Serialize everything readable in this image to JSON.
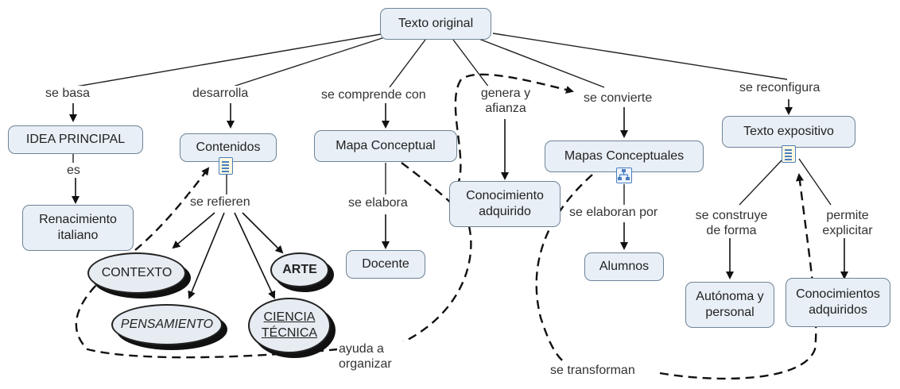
{
  "nodes": {
    "texto_original": "Texto original",
    "idea_principal": "IDEA PRINCIPAL",
    "renacimiento": "Renacimiento italiano",
    "contenidos": "Contenidos",
    "mapa_conceptual": "Mapa Conceptual",
    "docente": "Docente",
    "conocimiento_adquirido": "Conocimiento adquirido",
    "mapas_conceptuales": "Mapas Conceptuales",
    "alumnos": "Alumnos",
    "texto_expositivo": "Texto expositivo",
    "autonoma": "Autónoma y personal",
    "conocimientos_adquiridos": "Conocimientos adquiridos",
    "contexto": "CONTEXTO",
    "arte": "ARTE",
    "pensamiento": "PENSAMIENTO",
    "ciencia": "CIENCIA",
    "tecnica": "TÉCNICA"
  },
  "links": {
    "se_basa": "se basa",
    "desarrolla": "desarrolla",
    "se_comprende_con": "se comprende con",
    "genera_y_afianza": "genera y afianza",
    "se_convierte": "se convierte",
    "se_reconfigura": "se reconfigura",
    "es": "es",
    "se_refieren": "se refieren",
    "se_elabora": "se elabora",
    "se_elaboran_por": "se elaboran por",
    "se_construye_de_forma": "se construye de forma",
    "permite_explicitar": "permite explicitar",
    "ayuda_a_organizar": "ayuda a organizar",
    "se_transforman": "se transforman"
  },
  "icons": [
    "document-icon",
    "concept-map-icon"
  ]
}
